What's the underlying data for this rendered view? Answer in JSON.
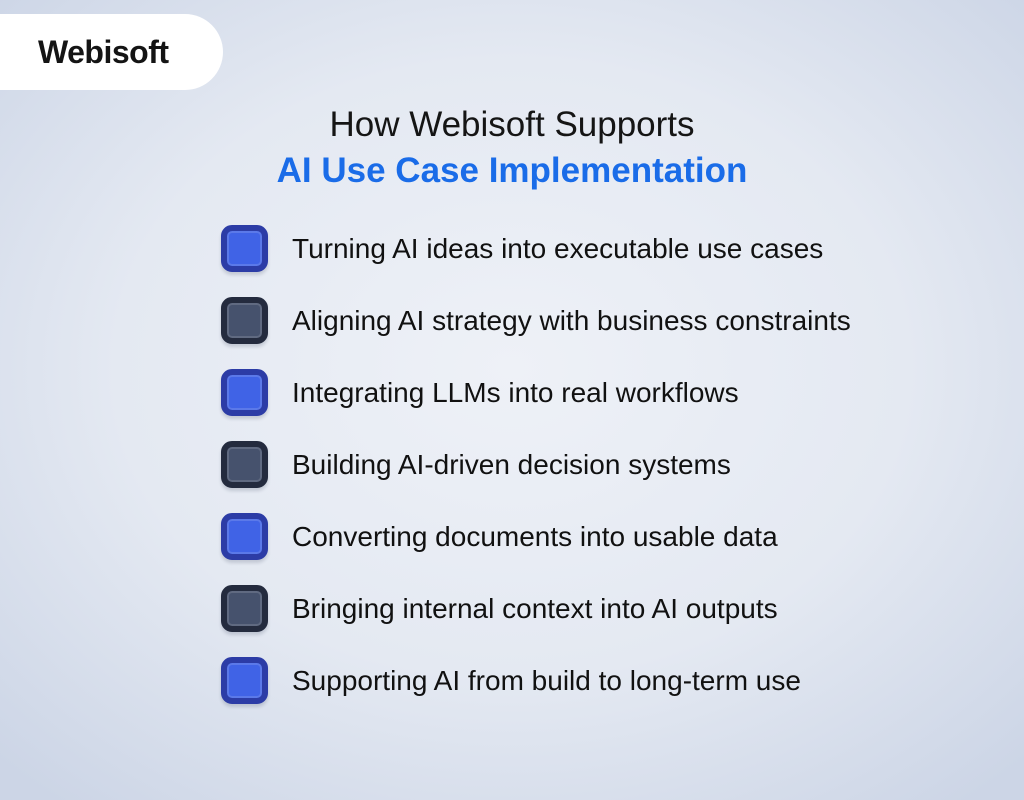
{
  "logo": {
    "text": "Webisoft"
  },
  "title": {
    "line1": "How Webisoft Supports",
    "line2": "AI Use Case Implementation"
  },
  "list": {
    "items": [
      {
        "label": "Turning AI ideas into executable use cases",
        "icon": "blue-square-icon",
        "variant": "blue"
      },
      {
        "label": "Aligning AI strategy with business constraints",
        "icon": "dark-square-icon",
        "variant": "dark"
      },
      {
        "label": "Integrating LLMs into real workflows",
        "icon": "blue-square-icon",
        "variant": "blue"
      },
      {
        "label": "Building AI-driven decision systems",
        "icon": "dark-square-icon",
        "variant": "dark"
      },
      {
        "label": "Converting documents into usable data",
        "icon": "blue-square-icon",
        "variant": "blue"
      },
      {
        "label": "Bringing internal context into AI outputs",
        "icon": "dark-square-icon",
        "variant": "dark"
      },
      {
        "label": "Supporting AI from build to long-term use",
        "icon": "blue-square-icon",
        "variant": "blue"
      }
    ]
  },
  "colors": {
    "background_edge": "#ccd5e6",
    "background_center": "#eef1f7",
    "blue_icon_fill": "#4063e6",
    "blue_icon_border": "#2c3ca6",
    "dark_icon_fill": "#46526d",
    "dark_icon_border": "#242b3e",
    "accent_blue": "#1a6ce8",
    "text": "#111111"
  }
}
